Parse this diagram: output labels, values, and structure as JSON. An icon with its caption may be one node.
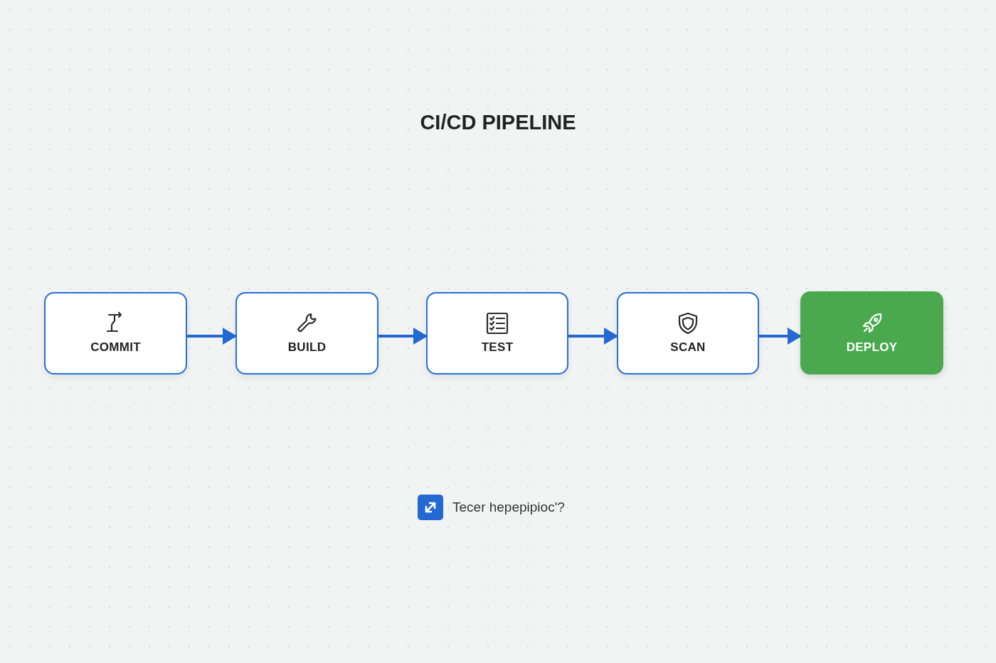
{
  "diagram": {
    "title": "CI/CD PIPELINE",
    "nodes": [
      {
        "text": [
          "COMMIT"
        ]
      },
      {
        "text": [
          "BUILD"
        ]
      },
      {
        "text": [
          "TEST"
        ]
      },
      {
        "text": [
          "SCAN"
        ]
      },
      {
        "text": [
          "DEPLOY"
        ]
      }
    ],
    "edges": [
      {
        "from": 0,
        "to": 1,
        "arrow": "to"
      },
      {
        "from": 1,
        "to": 2,
        "arrow": "to"
      },
      {
        "from": 2,
        "to": 3,
        "arrow": "to"
      },
      {
        "from": 3,
        "to": 4,
        "arrow": "to"
      }
    ],
    "labels": [
      "Tecer hepepipioc'?"
    ]
  }
}
